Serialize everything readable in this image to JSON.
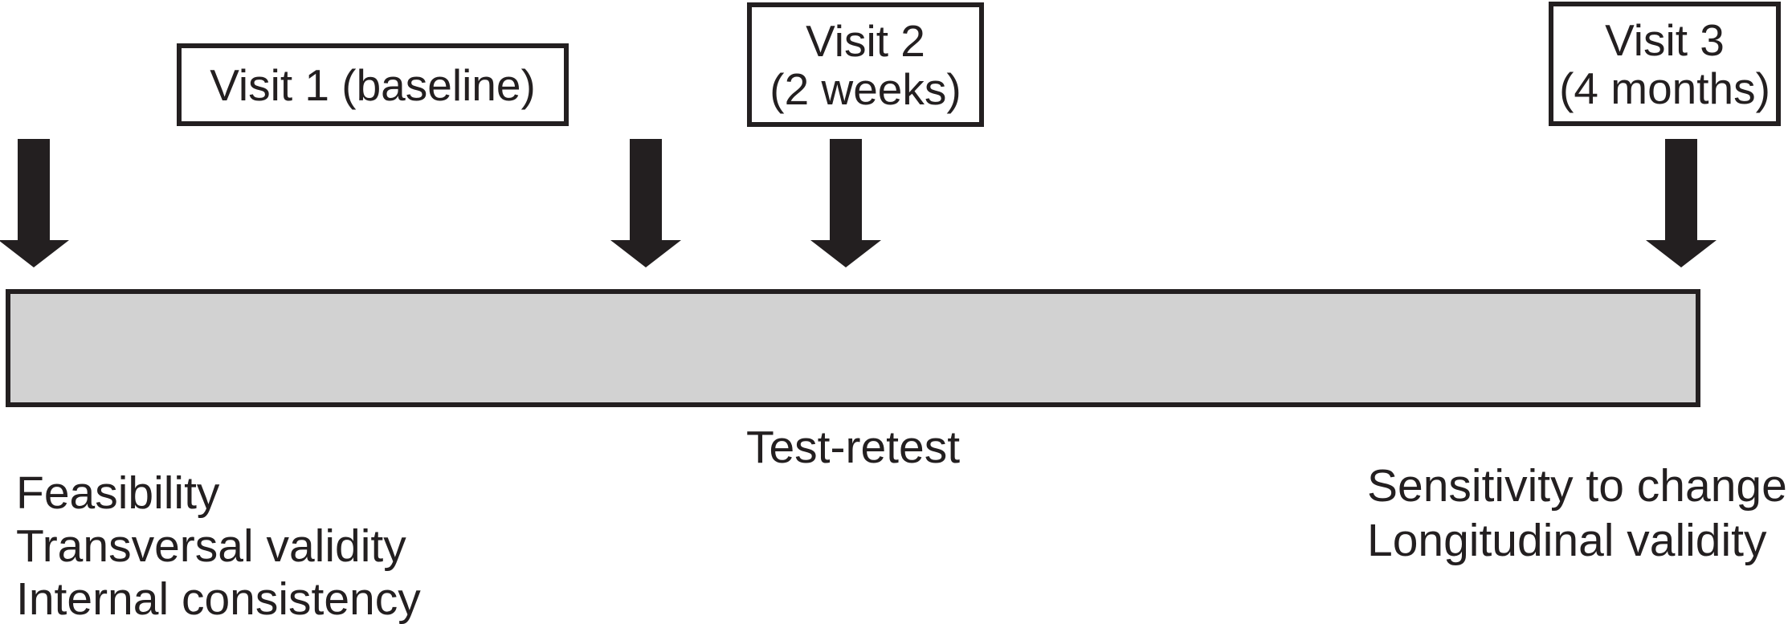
{
  "colors": {
    "background": "#ffffff",
    "ink": "#231f20",
    "bar_fill": "#d2d2d2",
    "box_fill": "#ffffff"
  },
  "icons": {
    "timeline_marker": "down-arrow"
  },
  "visits": [
    {
      "lines": [
        "Visit 1 (baseline)"
      ]
    },
    {
      "lines": [
        "Visit 2",
        "(2 weeks)"
      ]
    },
    {
      "lines": [
        "Visit 3",
        "(4 months)"
      ]
    }
  ],
  "timeline": {
    "bar_label": "Test-retest"
  },
  "annotations": {
    "left": [
      "Feasibility",
      "Transversal validity",
      "Internal consistency"
    ],
    "right": [
      "Sensitivity to change",
      "Longitudinal validity"
    ]
  }
}
